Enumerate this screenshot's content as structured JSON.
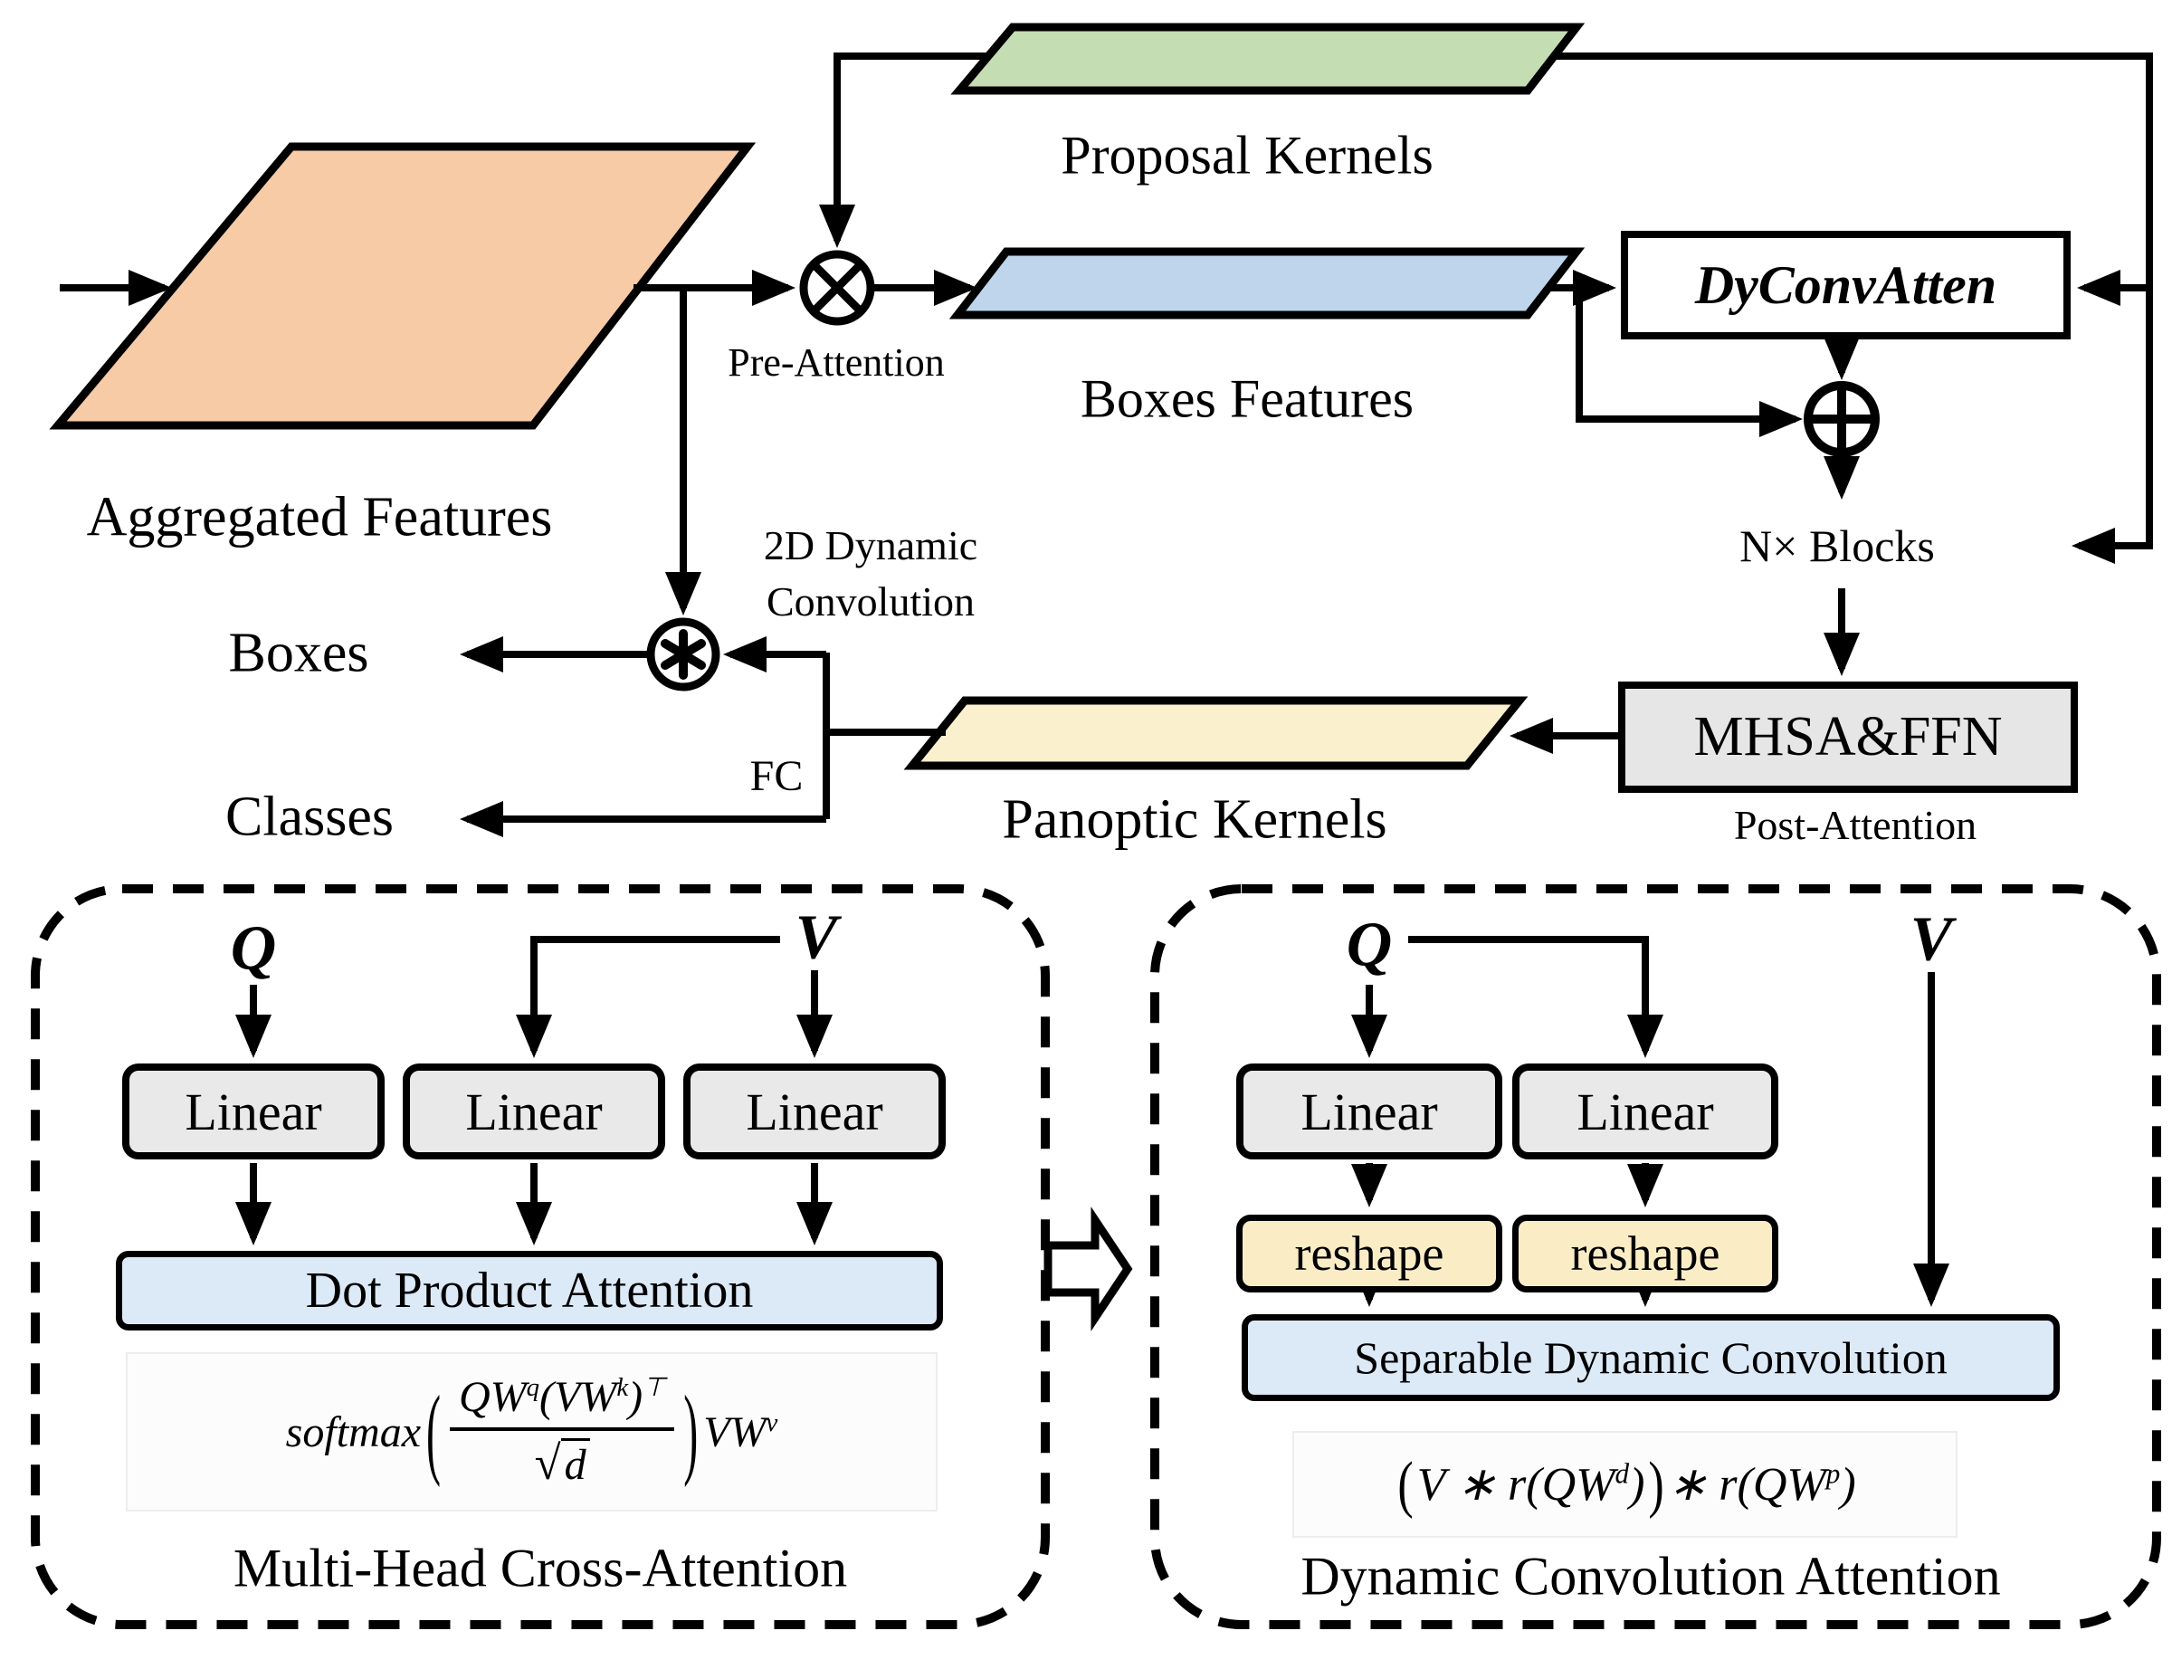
{
  "top_flow": {
    "aggregated_features": "Aggregated Features",
    "proposal_kernels": "Proposal Kernels",
    "boxes_features": "Boxes Features",
    "dyconvatten": "DyConvAtten",
    "pre_attention": "Pre-Attention",
    "dynamic_conv_label_line1": "2D Dynamic",
    "dynamic_conv_label_line2": "Convolution",
    "n_blocks": "N× Blocks",
    "mhsa_ffn": "MHSA&FFN",
    "post_attention": "Post-Attention",
    "panoptic_kernels": "Panoptic Kernels",
    "boxes_output": "Boxes",
    "classes_output": "Classes",
    "fc_label": "FC"
  },
  "operators": {
    "pre_attention_multiply_icon": "⊗",
    "residual_add_icon": "⊕",
    "convolution_icon": "∗",
    "transform_block_arrow_icon": "⇨"
  },
  "mhca_panel": {
    "q": "Q",
    "v": "V",
    "linears": [
      "Linear",
      "Linear",
      "Linear"
    ],
    "dot_product_attention": "Dot Product Attention",
    "caption": "Multi-Head Cross-Attention",
    "formula": {
      "softmax": "softmax",
      "lparen": "(",
      "num_a": "QW",
      "num_a_sup": "q",
      "num_b": "(VW",
      "num_b_sup": "k",
      "num_c": ")",
      "num_c_sup": "⊤",
      "den_sqrt": "√",
      "den_var": "d",
      "rparen": ")",
      "tail": "VW",
      "tail_sup": "v"
    }
  },
  "dca_panel": {
    "q": "Q",
    "v": "V",
    "linears": [
      "Linear",
      "Linear"
    ],
    "reshapes": [
      "reshape",
      "reshape"
    ],
    "separable_dynamic_convolution": "Separable Dynamic Convolution",
    "caption": "Dynamic Convolution Attention",
    "formula": {
      "lparen": "(",
      "a": "V ∗ r(QW",
      "a_sup": "d",
      "b": ")",
      "rparen": ")",
      "c": " ∗ r(QW",
      "c_sup": "p",
      "d": ")"
    }
  },
  "colors": {
    "aggregated_fill": "#F6CBA6",
    "proposal_fill": "#C5DDB2",
    "boxes_features_fill": "#BED5EC",
    "panoptic_fill": "#FBF0CE",
    "gray_box_fill": "#E6E6E6",
    "attention_box_fill": "#DCE9F7",
    "reshape_fill": "#FAEDC6",
    "line_color": "#000000"
  }
}
